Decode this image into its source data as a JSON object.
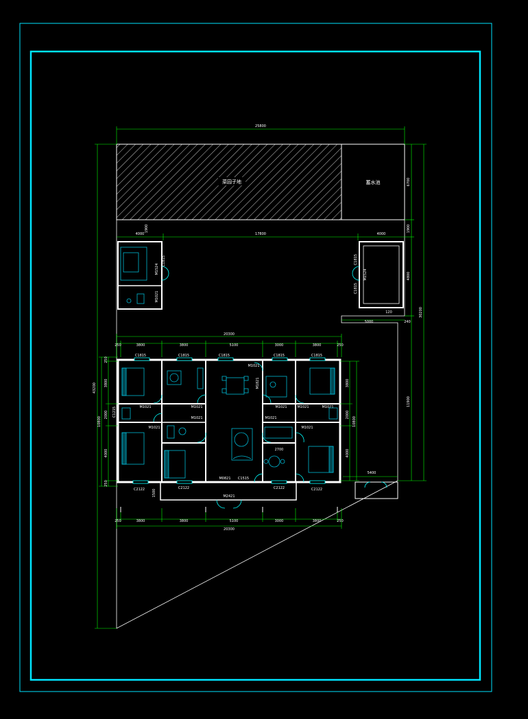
{
  "colors": {
    "background": "#000000",
    "frame": "#00e5ff",
    "wall": "#ffffff",
    "dimension": "#00ff00",
    "furniture": "#00b8d4",
    "door": "#00ffff"
  },
  "site": {
    "overall_width": "25800",
    "overall_height": "43200",
    "mid_label": "17800",
    "label_4000_left": "4000",
    "label_4000_right": "4000",
    "label_1900_left": "1900",
    "label_1900_right": "1900",
    "label_6700": "6700",
    "label_4800": "4800",
    "label_30200": "30200",
    "label_11900": "11900",
    "label_5000": "5000",
    "label_120": "120",
    "label_240": "240",
    "label_5400": "5400"
  },
  "plots": {
    "left_hatch": "菜园子地",
    "right_block": "蓄水池"
  },
  "outbuildings": {
    "left_door_1": "M1524",
    "left_window": "C1815",
    "left_door_2": "M1021",
    "right_door": "M1524",
    "right_window_1": "C1815",
    "right_window_2": "C1815"
  },
  "house": {
    "overall_top": "20300",
    "overall_bottom": "20300",
    "top_dims": [
      "250",
      "3800",
      "3800",
      "5100",
      "3000",
      "3800",
      "250"
    ],
    "bottom_dims": [
      "250",
      "3800",
      "3800",
      "5100",
      "3000",
      "3800",
      "250"
    ],
    "left_dims": [
      "250",
      "3800",
      "2000",
      "4000",
      "250"
    ],
    "left_total": "10800",
    "right_dims": [
      "3800",
      "2000",
      "4000"
    ],
    "right_total": "10800",
    "top_windows": [
      "C1815",
      "C1815",
      "C1815",
      "C1815",
      "C1815"
    ],
    "bottom_windows": [
      "C2122",
      "C2122",
      "C2122",
      "C2122"
    ],
    "door_labels": [
      "M1021",
      "M1021",
      "M1021",
      "M1021",
      "M1021",
      "M1021",
      "M1021",
      "M1021",
      "M1021",
      "M1021",
      "M0821",
      "M1821"
    ],
    "entry_door": "M2421",
    "entry_window": "C1515",
    "porch_dim": "1500",
    "inner_dim": "2700",
    "side_window": "C1215"
  }
}
